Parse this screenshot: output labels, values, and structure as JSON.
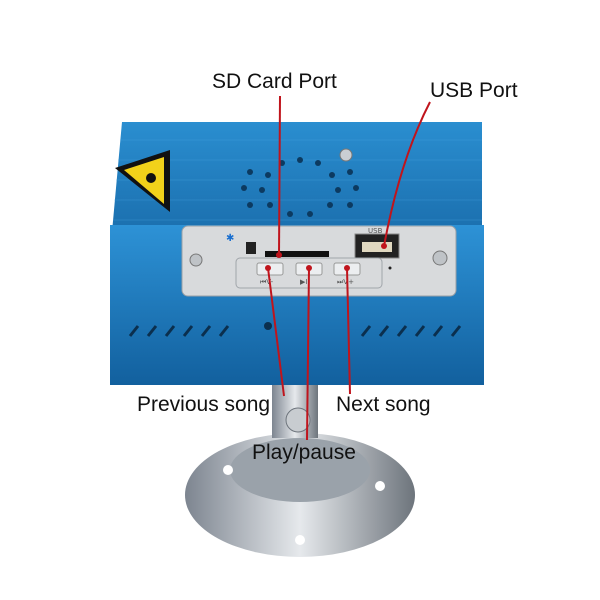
{
  "labels": {
    "sd_card_port": "SD Card Port",
    "usb_port": "USB Port",
    "previous_song": "Previous song",
    "play_pause": "Play/pause",
    "next_song": "Next song"
  },
  "panel": {
    "usb_text": "USB",
    "prev_button_text": "⏮V-",
    "play_button_text": "▶II",
    "next_button_text": "⏭V+"
  },
  "colors": {
    "device_blue": "#1f7fc0",
    "leader_line": "#c0141c",
    "panel_silver": "#d8dadc",
    "warning_yellow": "#f2d21a"
  }
}
